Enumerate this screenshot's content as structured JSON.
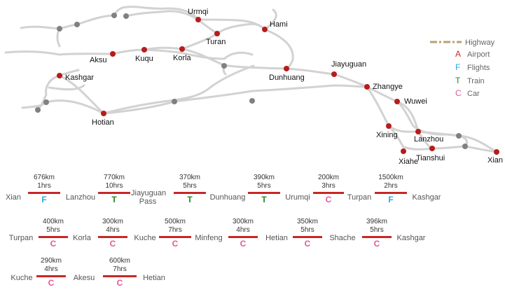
{
  "colors": {
    "road": "#d2d2d2",
    "city_dot": "#b71c1c",
    "junction_dot": "#808080",
    "route_line": "#c62828",
    "mode_F": "#29a8e0",
    "mode_T": "#1e8a1e",
    "mode_C": "#e05a9a",
    "mode_A": "#c62828",
    "highway_legend": "#b5a374"
  },
  "legend": {
    "highway": "Highway",
    "airport": {
      "letter": "A",
      "label": "Airport"
    },
    "flights": {
      "letter": "F",
      "label": "Flights"
    },
    "train": {
      "letter": "T",
      "label": "Train"
    },
    "car": {
      "letter": "C",
      "label": "Car"
    }
  },
  "cities": [
    {
      "id": "urmqi",
      "name": "Urmqi"
    },
    {
      "id": "hami",
      "name": "Hami"
    },
    {
      "id": "turan",
      "name": "Turan"
    },
    {
      "id": "aksu",
      "name": "Aksu"
    },
    {
      "id": "kuqu",
      "name": "Kuqu"
    },
    {
      "id": "korla",
      "name": "Korla"
    },
    {
      "id": "kashgar",
      "name": "Kashgar"
    },
    {
      "id": "hotian",
      "name": "Hotian"
    },
    {
      "id": "dunhuang",
      "name": "Dunhuang"
    },
    {
      "id": "jiayuguan",
      "name": "Jiayuguan"
    },
    {
      "id": "zhangye",
      "name": "Zhangye"
    },
    {
      "id": "wuwei",
      "name": "Wuwei"
    },
    {
      "id": "xining",
      "name": "Xining"
    },
    {
      "id": "lanzhou",
      "name": "Lanzhou"
    },
    {
      "id": "xiahe",
      "name": "Xiahe"
    },
    {
      "id": "tianshui",
      "name": "Tianshui"
    },
    {
      "id": "xian",
      "name": "Xian"
    }
  ],
  "routes": [
    {
      "stops": [
        "Xian",
        "Lanzhou",
        "Jiayuguan Pass",
        "Dunhuang",
        "Urumqi",
        "Turpan",
        "Kashgar"
      ],
      "segments": [
        {
          "distance": "676km",
          "time": "1hrs",
          "mode": "F"
        },
        {
          "distance": "770km",
          "time": "10hrs",
          "mode": "T"
        },
        {
          "distance": "370km",
          "time": "5hrs",
          "mode": "T"
        },
        {
          "distance": "390km",
          "time": "5hrs",
          "mode": "T"
        },
        {
          "distance": "200km",
          "time": "3hrs",
          "mode": "C"
        },
        {
          "distance": "1500km",
          "time": "2hrs",
          "mode": "F"
        }
      ]
    },
    {
      "stops": [
        "Turpan",
        "Korla",
        "Kuche",
        "Minfeng",
        "Hetian",
        "Shache",
        "Kashgar"
      ],
      "segments": [
        {
          "distance": "400km",
          "time": "5hrs",
          "mode": "C"
        },
        {
          "distance": "300km",
          "time": "4hrs",
          "mode": "C"
        },
        {
          "distance": "500km",
          "time": "7hrs",
          "mode": "C"
        },
        {
          "distance": "300km",
          "time": "4hrs",
          "mode": "C"
        },
        {
          "distance": "350km",
          "time": "5hrs",
          "mode": "C"
        },
        {
          "distance": "396km",
          "time": "5hrs",
          "mode": "C"
        }
      ]
    },
    {
      "stops": [
        "Kuche",
        "Akesu",
        "Hetian"
      ],
      "segments": [
        {
          "distance": "290km",
          "time": "4hrs",
          "mode": "C"
        },
        {
          "distance": "600km",
          "time": "7hrs",
          "mode": "C"
        }
      ]
    }
  ]
}
